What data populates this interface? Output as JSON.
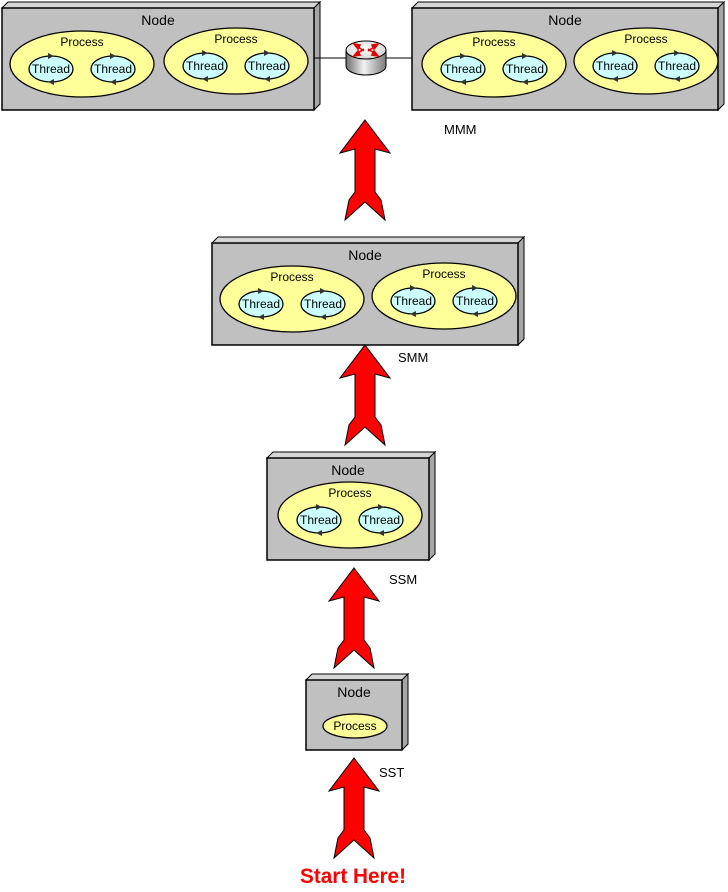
{
  "diagram": {
    "colors": {
      "node_fill": "#c0c0c0",
      "node_side": "#a6a6a6",
      "node_top": "#d6d6d6",
      "process_fill": "#ffff99",
      "thread_fill": "#ccffff",
      "arrow_fill": "#ff0000",
      "outline": "#000000",
      "link_line": "#000000",
      "start_text": "#ff0000"
    },
    "node_label": "Node",
    "process_label": "Process",
    "thread_label": "Thread",
    "levels": [
      {
        "name": "SST",
        "nodes": [
          {
            "processes": [
              {
                "threads": 0
              }
            ]
          }
        ]
      },
      {
        "name": "SSM",
        "nodes": [
          {
            "processes": [
              {
                "threads": 2
              }
            ]
          }
        ]
      },
      {
        "name": "SMM",
        "nodes": [
          {
            "processes": [
              {
                "threads": 2
              },
              {
                "threads": 2
              }
            ]
          }
        ]
      },
      {
        "name": "MMM",
        "nodes": [
          {
            "processes": [
              {
                "threads": 2
              },
              {
                "threads": 2
              }
            ]
          },
          {
            "processes": [
              {
                "threads": 2
              },
              {
                "threads": 2
              }
            ]
          }
        ],
        "connector": "router-icon"
      }
    ],
    "start_label": "Start Here!"
  }
}
